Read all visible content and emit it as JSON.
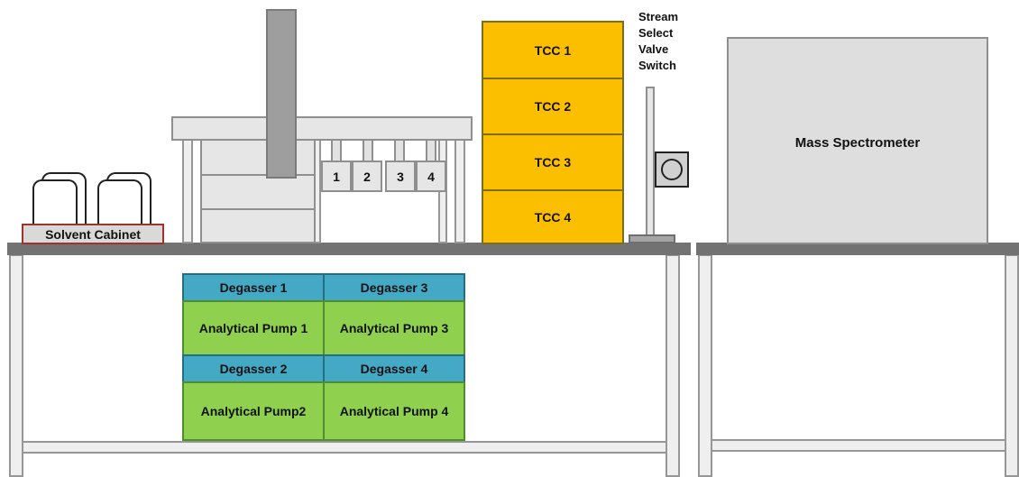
{
  "solvent_cabinet": {
    "label": "Solvent Cabinet"
  },
  "autosampler": {
    "vials": [
      "1",
      "2",
      "3",
      "4"
    ]
  },
  "tcc_stack": [
    "TCC 1",
    "TCC 2",
    "TCC 3",
    "TCC 4"
  ],
  "valve": {
    "lines": [
      "Stream",
      "Select",
      "Valve",
      "Switch"
    ]
  },
  "mass_spec": {
    "label": "Mass Spectrometer"
  },
  "pump_modules": {
    "degassers": [
      "Degasser 1",
      "Degasser 3",
      "Degasser 2",
      "Degasser 4"
    ],
    "pumps": [
      "Analytical Pump 1",
      "Analytical Pump 3",
      "Analytical Pump2",
      "Analytical Pump 4"
    ]
  },
  "colors": {
    "tcc": "#fbbf00",
    "degasser": "#44a9c4",
    "pump": "#8fd14f",
    "bench": "#727272",
    "cabinet_border": "#a0322a"
  }
}
